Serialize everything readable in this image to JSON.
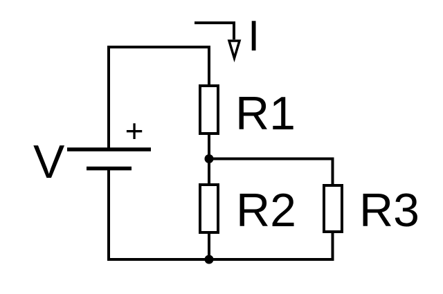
{
  "diagram": {
    "labels": {
      "voltage_source": "V",
      "polarity": "+",
      "current": "I",
      "resistor1": "R1",
      "resistor2": "R2",
      "resistor3": "R3"
    },
    "colors": {
      "stroke": "#000000",
      "background": "#ffffff"
    }
  }
}
